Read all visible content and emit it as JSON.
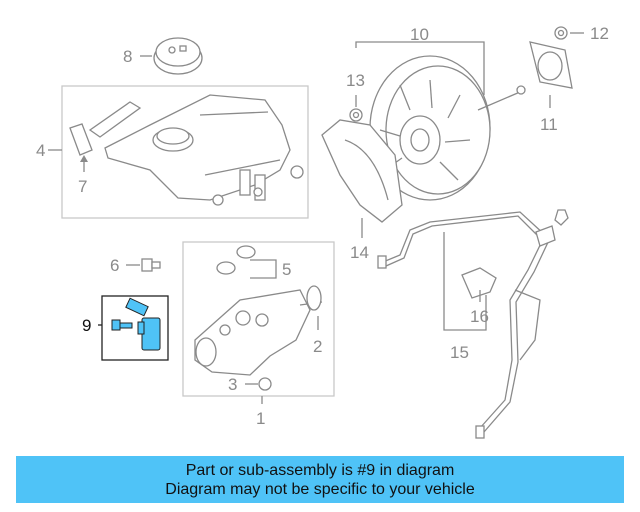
{
  "callouts": [
    "1",
    "2",
    "3",
    "4",
    "5",
    "6",
    "7",
    "8",
    "9",
    "10",
    "11",
    "12",
    "13",
    "14",
    "15",
    "16"
  ],
  "highlighted_part": "9",
  "colors": {
    "highlight": "#4fc3f7",
    "linework": "#8a8a8a",
    "frame": "#c8c8c8"
  },
  "banner": {
    "line1": "Part or sub-assembly is #9 in diagram",
    "line2": "Diagram may not be specific to your vehicle"
  }
}
